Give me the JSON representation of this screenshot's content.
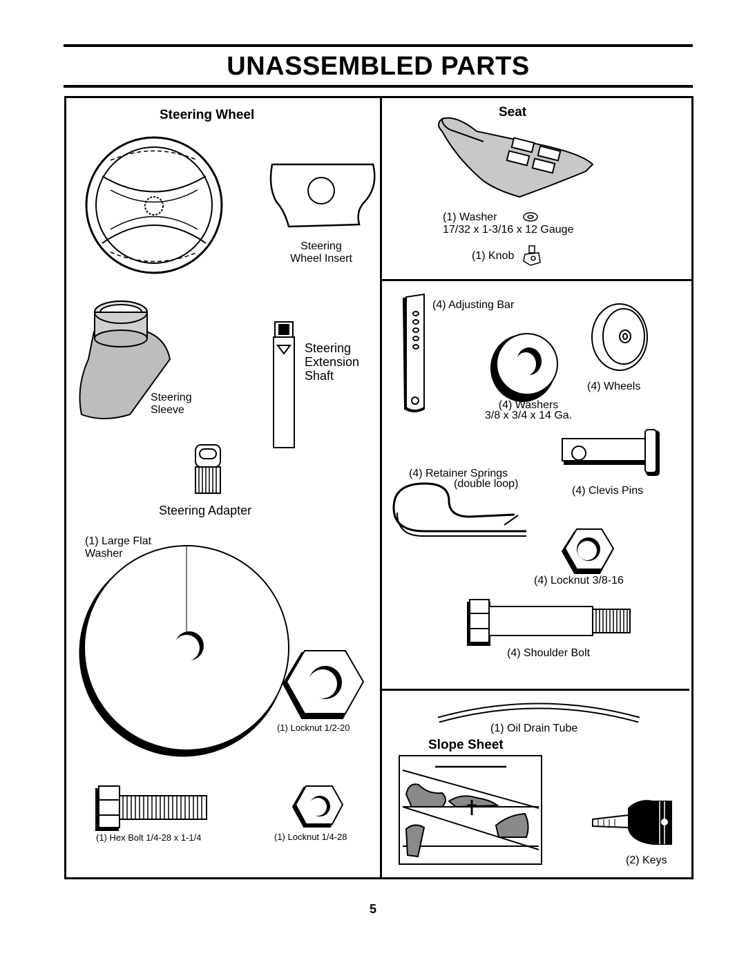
{
  "page": {
    "title": "UNASSEMBLED PARTS",
    "page_number": "5"
  },
  "steering_wheel_section": {
    "heading": "Steering Wheel",
    "insert_label_line1": "Steering",
    "insert_label_line2": "Wheel Insert",
    "sleeve_label_line1": "Steering",
    "sleeve_label_line2": "Sleeve",
    "shaft_label_line1": "Steering",
    "shaft_label_line2": "Extension",
    "shaft_label_line3": "Shaft",
    "adapter_label": "Steering Adapter",
    "flat_washer_label_line1": "(1) Large Flat",
    "flat_washer_label_line2": "Washer",
    "locknut_half_label": "(1) Locknut  1/2-20",
    "hex_bolt_label": "(1) Hex Bolt  1/4-28 x 1-1/4",
    "locknut_quarter_label": "(1) Locknut  1/4-28"
  },
  "seat_section": {
    "heading": "Seat",
    "washer_label": "(1) Washer",
    "washer_spec": "17/32 x 1-3/16 x 12 Gauge",
    "knob_label": "(1) Knob"
  },
  "hardware_section": {
    "adjusting_bar_label": "(4) Adjusting Bar",
    "wheels_label": "(4) Wheels",
    "washers_label": "(4) Washers",
    "washers_spec": "3/8 x 3/4 x 14 Ga.",
    "retainer_label": "(4)  Retainer Springs",
    "retainer_note": "(double loop)",
    "clevis_label": "(4) Clevis Pins",
    "locknut_label": "(4) Locknut  3/8-16",
    "shoulder_bolt_label": "(4) Shoulder Bolt"
  },
  "misc_section": {
    "oil_tube_label": "(1) Oil Drain Tube",
    "slope_heading": "Slope Sheet",
    "keys_label": "(2) Keys"
  }
}
